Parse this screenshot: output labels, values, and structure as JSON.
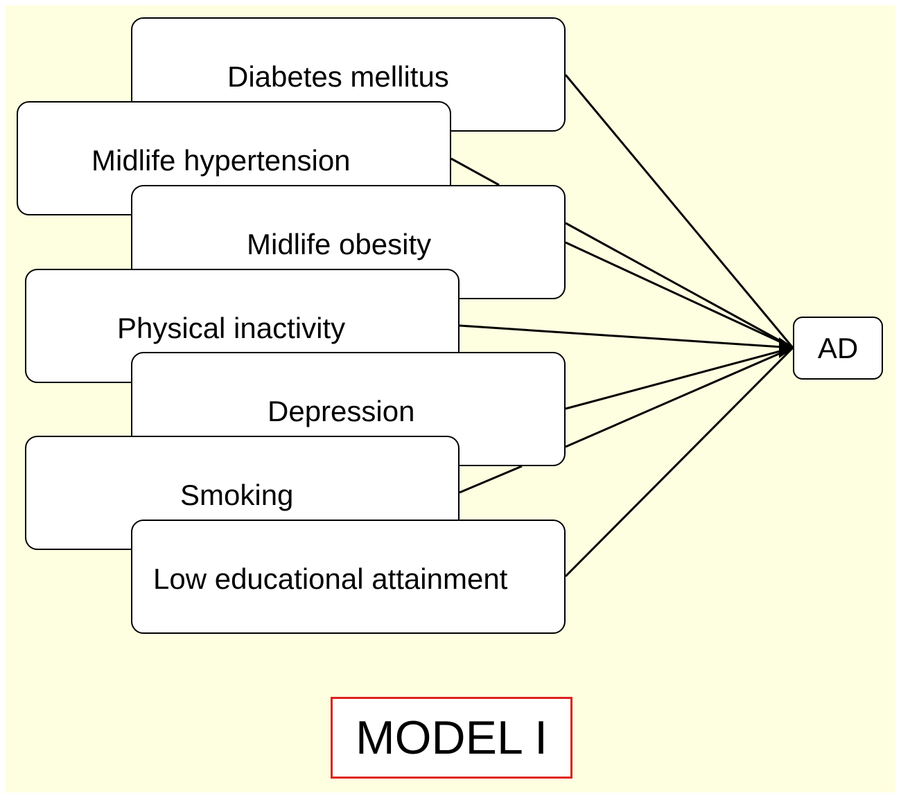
{
  "diagram": {
    "factors": [
      {
        "id": "diabetes",
        "label": "Diabetes mellitus"
      },
      {
        "id": "hypertension",
        "label": "Midlife hypertension"
      },
      {
        "id": "obesity",
        "label": "Midlife obesity"
      },
      {
        "id": "inactivity",
        "label": "Physical inactivity"
      },
      {
        "id": "depression",
        "label": "Depression"
      },
      {
        "id": "smoking",
        "label": "Smoking"
      },
      {
        "id": "education",
        "label": "Low educational attainment"
      }
    ],
    "target": {
      "id": "ad",
      "label": "AD"
    },
    "edges": [
      {
        "from": "diabetes",
        "to": "ad"
      },
      {
        "from": "hypertension",
        "to": "ad"
      },
      {
        "from": "obesity",
        "to": "ad"
      },
      {
        "from": "inactivity",
        "to": "ad"
      },
      {
        "from": "depression",
        "to": "ad"
      },
      {
        "from": "smoking",
        "to": "ad"
      },
      {
        "from": "education",
        "to": "ad"
      }
    ],
    "model_label": "MODEL I",
    "colors": {
      "background": "#fefee0",
      "box_fill": "#ffffff",
      "line": "#000000",
      "model_border": "#e0201e"
    }
  }
}
